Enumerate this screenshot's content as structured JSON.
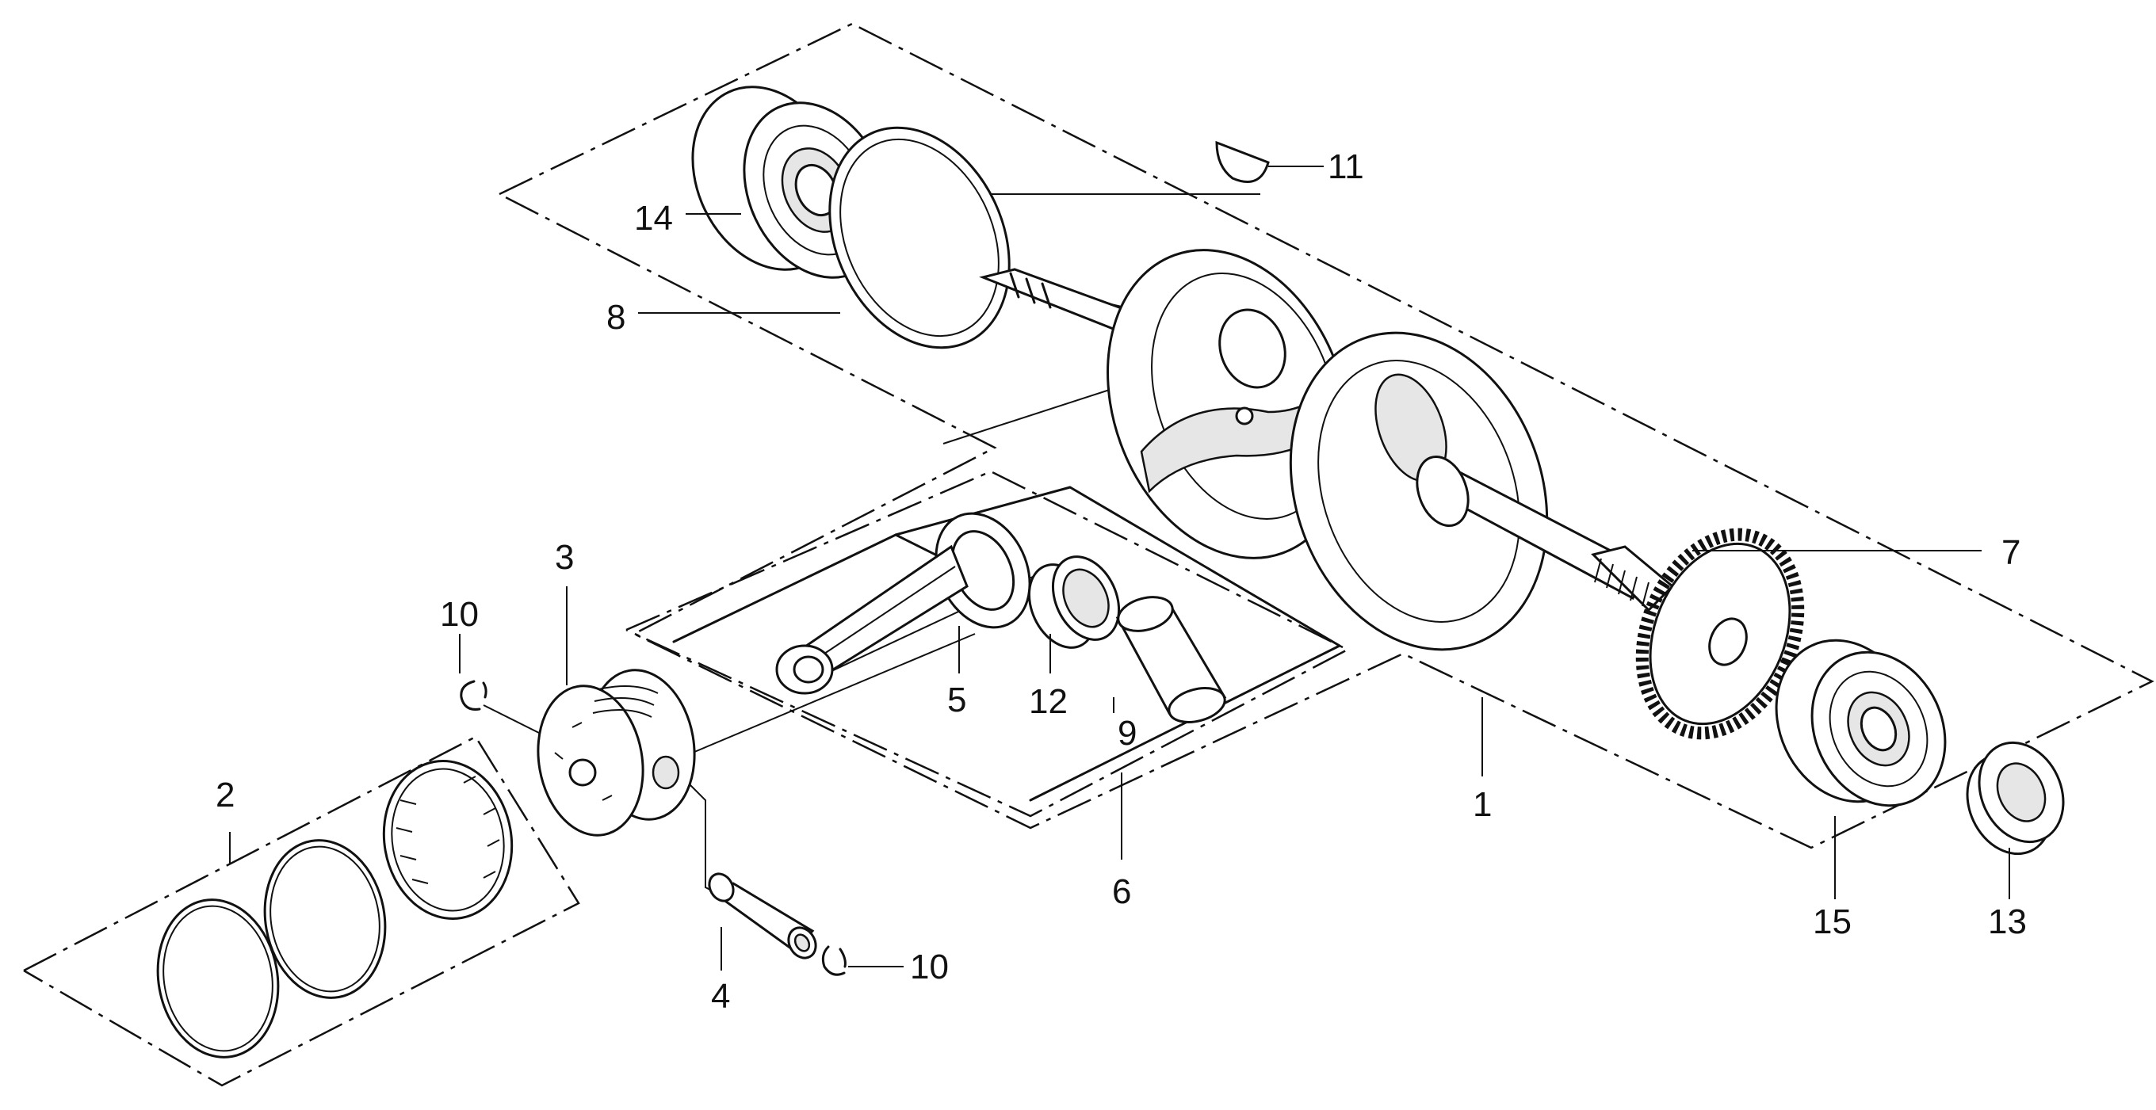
{
  "callouts": {
    "c1": "1",
    "c2": "2",
    "c3": "3",
    "c4": "4",
    "c5": "5",
    "c6": "6",
    "c7": "7",
    "c8": "8",
    "c9": "9",
    "c10a": "10",
    "c10b": "10",
    "c11": "11",
    "c12": "12",
    "c13": "13",
    "c14": "14",
    "c15": "15"
  }
}
